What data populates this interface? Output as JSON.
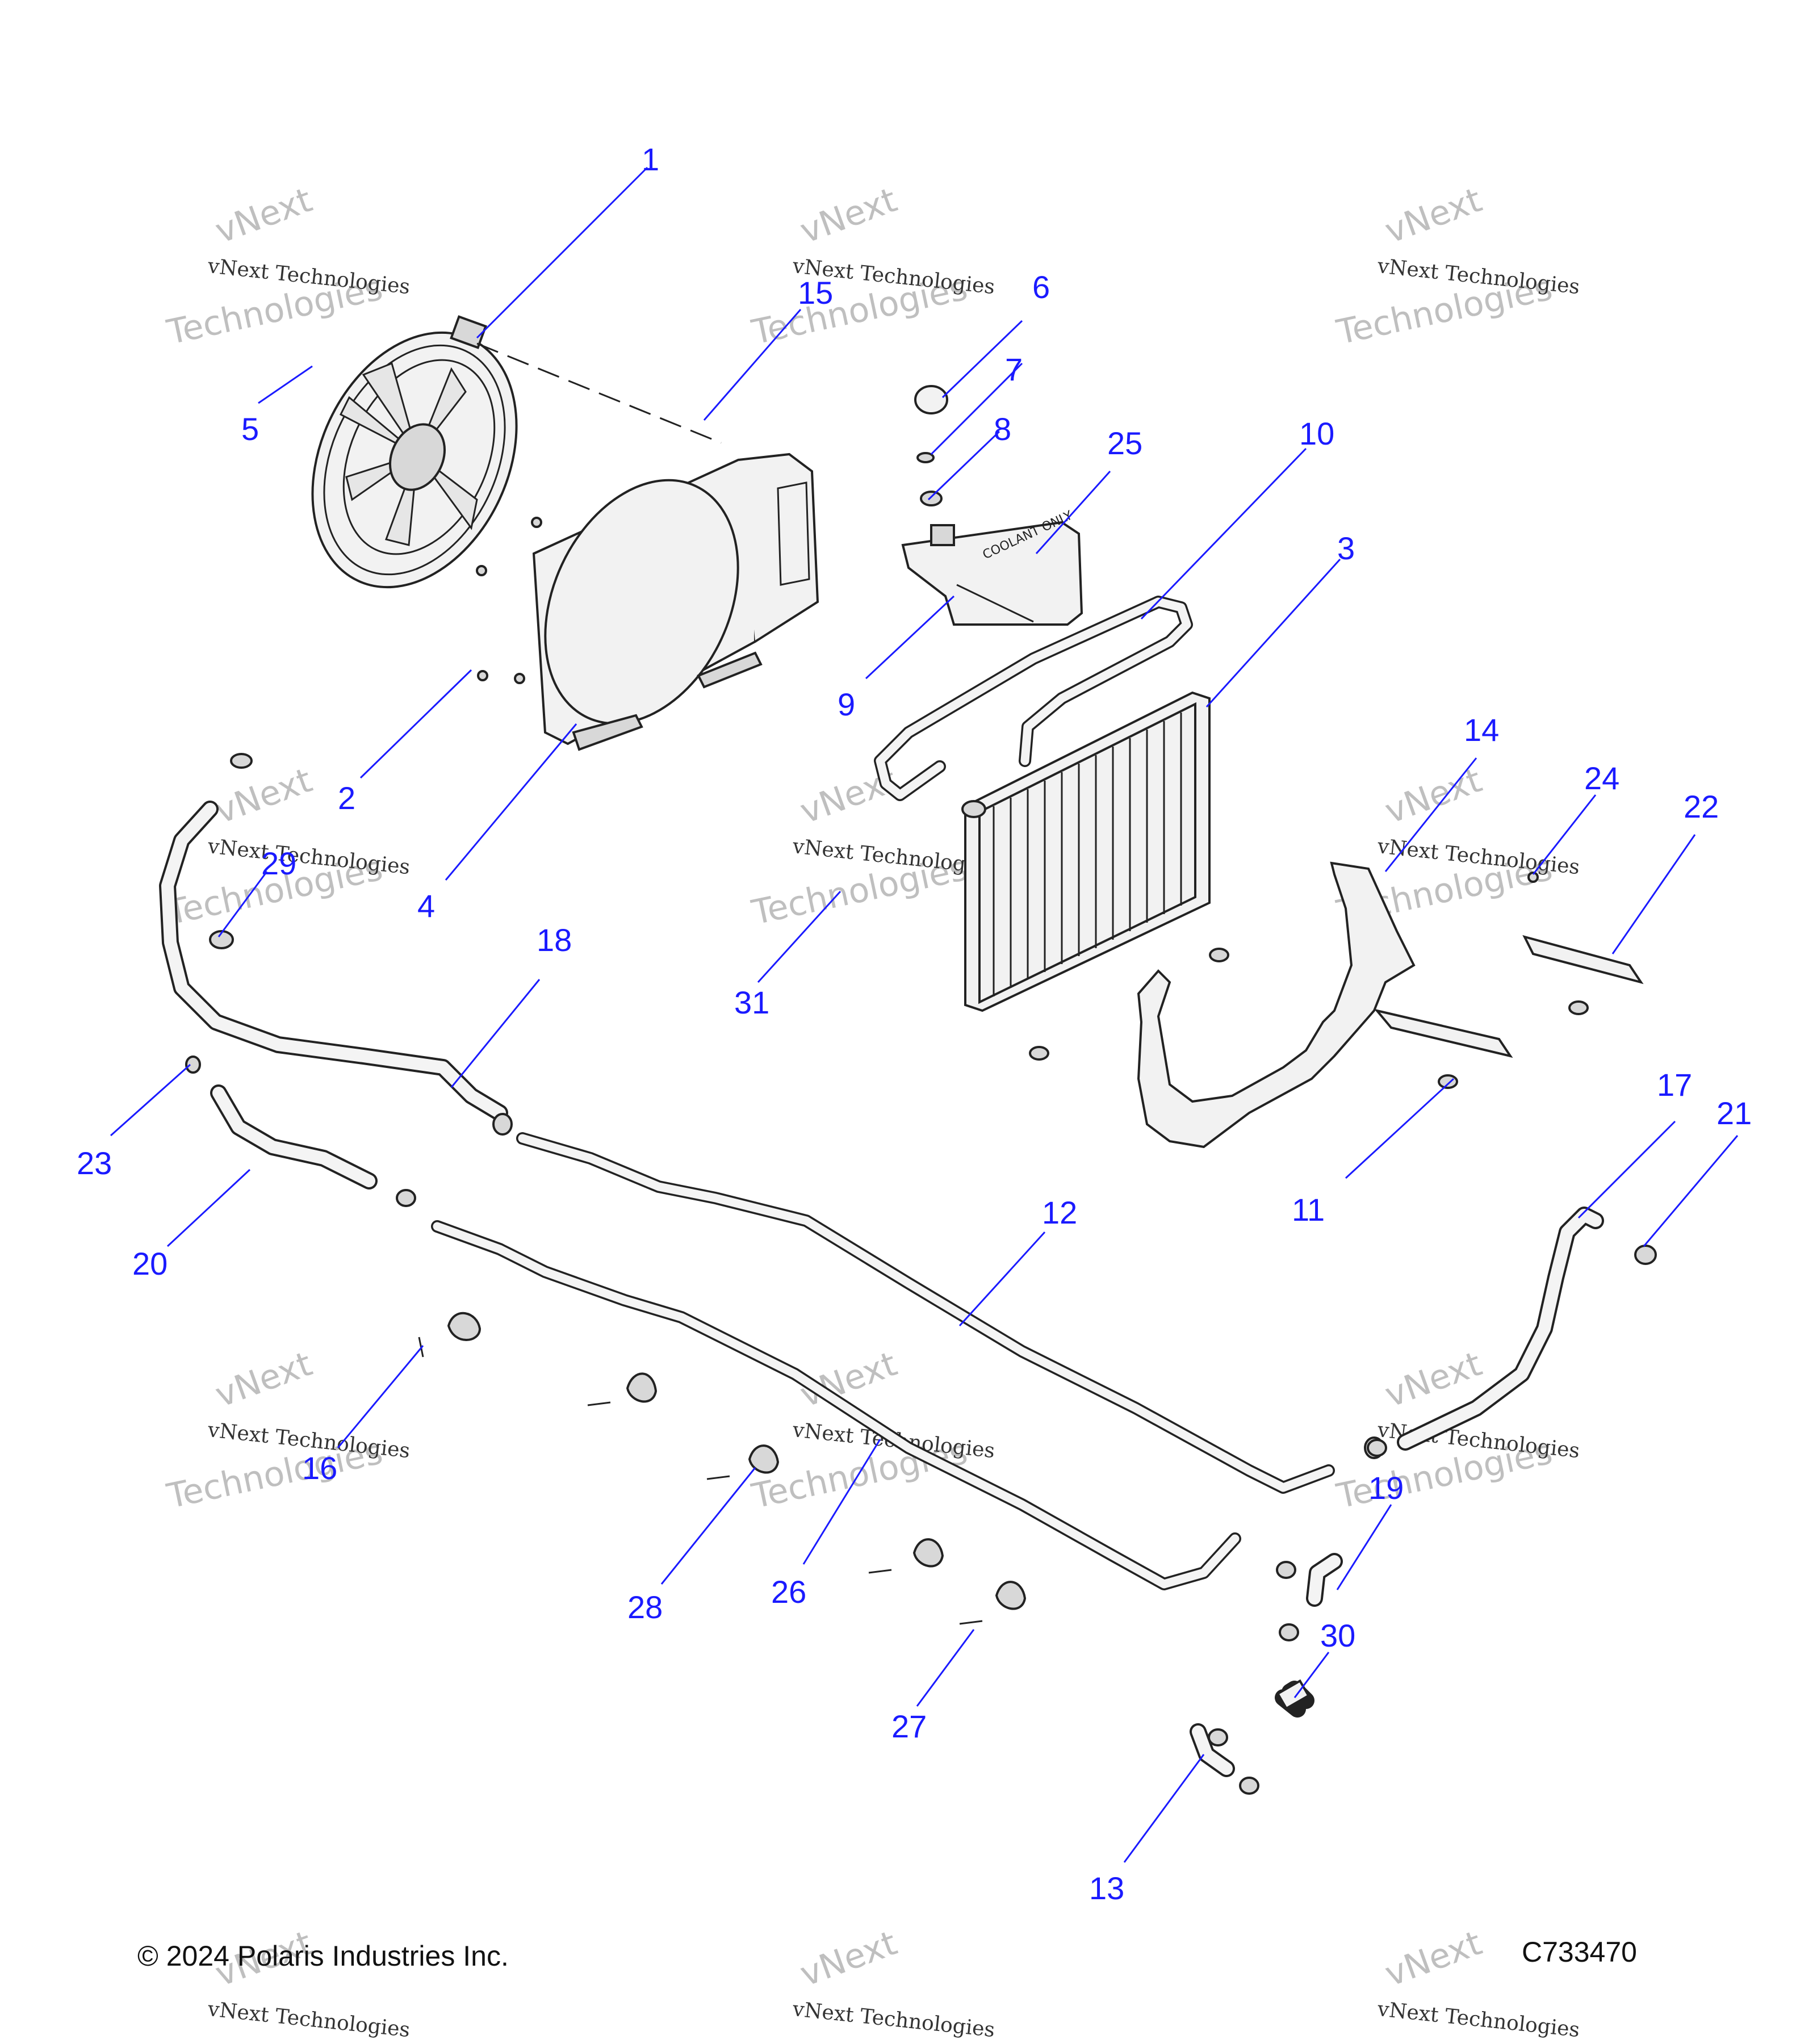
{
  "footer": {
    "copyright": "© 2024 Polaris Industries Inc.",
    "diagram_code": "C733470"
  },
  "watermark": {
    "line1": "vNext Technologies",
    "line2a": "vNext",
    "line2b": "Technologies"
  },
  "container_label": "COOLANT ONLY",
  "callouts": [
    "1",
    "2",
    "3",
    "4",
    "5",
    "6",
    "7",
    "8",
    "9",
    "10",
    "11",
    "12",
    "13",
    "14",
    "15",
    "16",
    "17",
    "18",
    "19",
    "20",
    "21",
    "22",
    "23",
    "24",
    "25",
    "26",
    "27",
    "28",
    "29",
    "30",
    "31"
  ]
}
